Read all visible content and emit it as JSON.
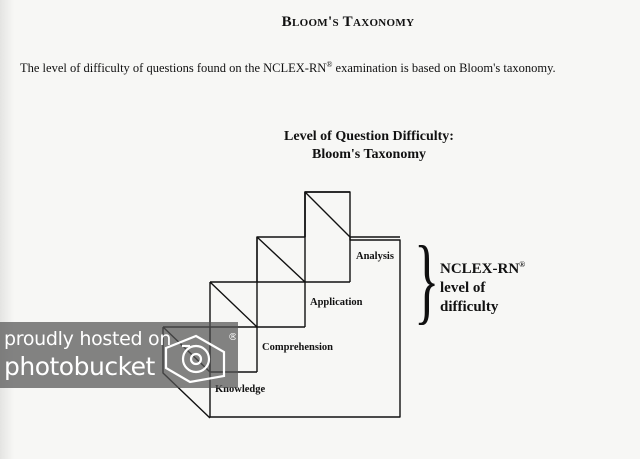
{
  "document": {
    "heading": "Bloom's Taxonomy",
    "intro_part1": "The level of difficulty of questions found on the NCLEX-RN",
    "intro_reg": "®",
    "intro_part2": " examination is based on Bloom's taxonomy."
  },
  "diagram": {
    "title_line1": "Level of Question Difficulty:",
    "title_line2": "Bloom's Taxonomy",
    "steps": [
      {
        "label": "Knowledge"
      },
      {
        "label": "Comprehension"
      },
      {
        "label": "Application"
      },
      {
        "label": "Analysis"
      }
    ],
    "bracket_label": {
      "line1": "NCLEX-RN",
      "reg": "®",
      "line2": "level of",
      "line3": "difficulty"
    }
  },
  "watermark": {
    "line1": "proudly hosted on",
    "line2": "photobucket",
    "reg": "®"
  },
  "colors": {
    "ink": "#111111",
    "paper": "#f7f7f5",
    "watermark_bg": "#555555"
  }
}
